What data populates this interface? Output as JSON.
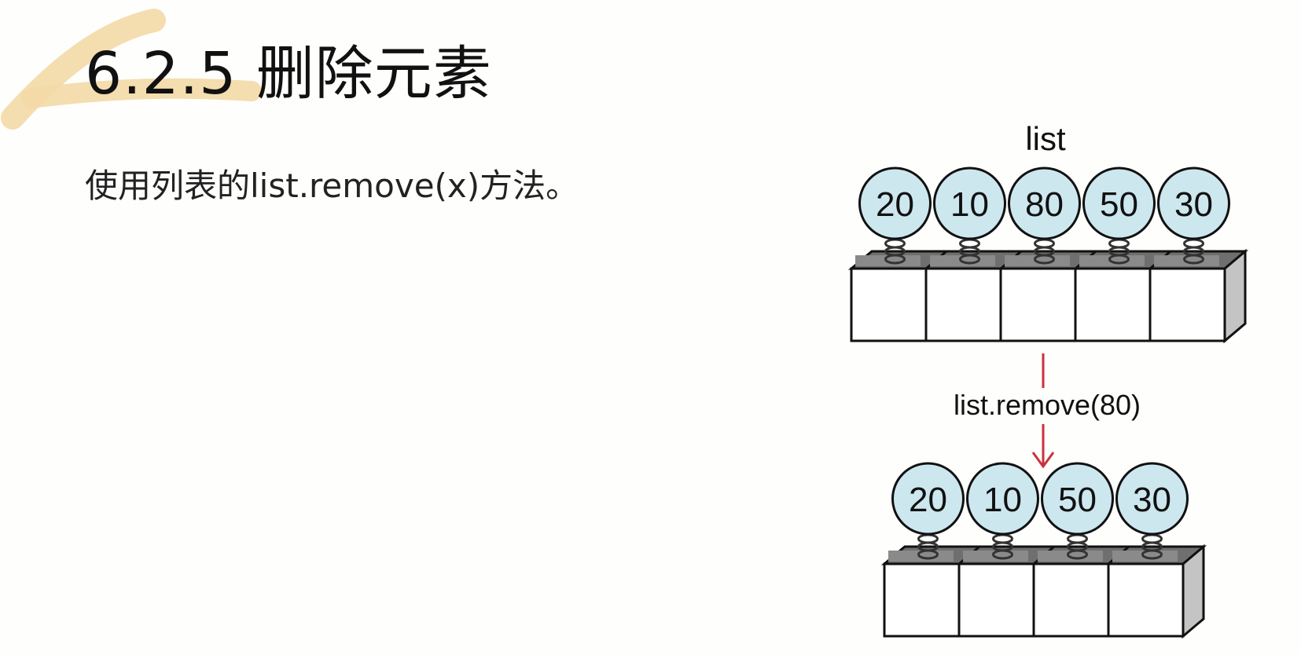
{
  "slide": {
    "title": "6.2.5 删除元素",
    "body": "使用列表的list.remove(x)方法。"
  },
  "diagram": {
    "list_label": "list",
    "operation": "list.remove(80)",
    "before": [
      "20",
      "10",
      "80",
      "50",
      "30"
    ],
    "after": [
      "20",
      "10",
      "50",
      "30"
    ]
  },
  "colors": {
    "highlight": "#f3d9a6",
    "ball_fill": "#cde7ef",
    "box_top": "#6f6f6f",
    "box_side": "#c4c4c4",
    "arrow": "#c8323c"
  }
}
